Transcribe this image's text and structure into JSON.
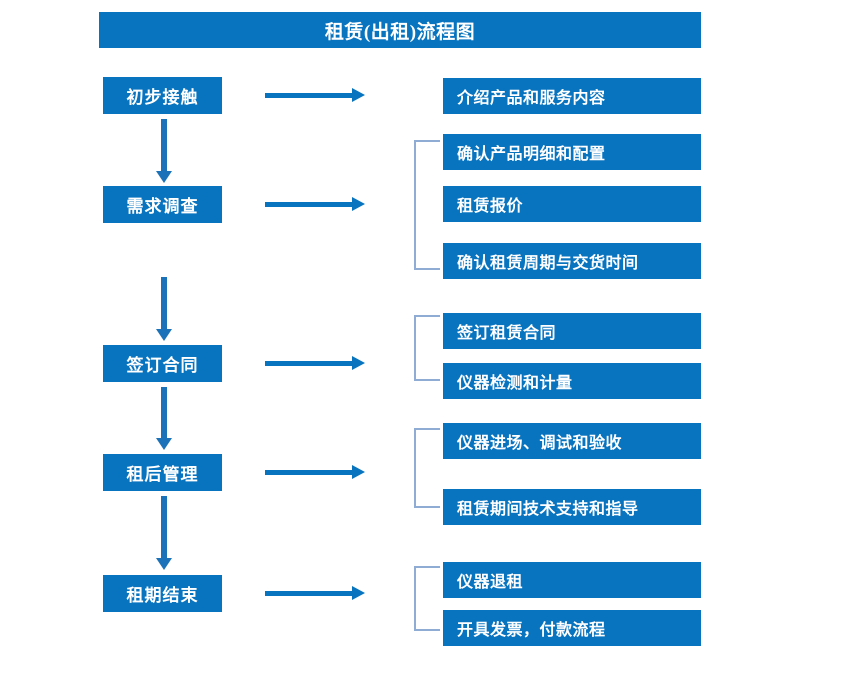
{
  "title": "租赁(出租)流程图",
  "stages": [
    {
      "label": "初步接触"
    },
    {
      "label": "需求调查"
    },
    {
      "label": "签订合同"
    },
    {
      "label": "租后管理"
    },
    {
      "label": "租期结束"
    }
  ],
  "details": [
    {
      "label": "介绍产品和服务内容"
    },
    {
      "label": "确认产品明细和配置"
    },
    {
      "label": "租赁报价"
    },
    {
      "label": "确认租赁周期与交货时间"
    },
    {
      "label": "签订租赁合同"
    },
    {
      "label": "仪器检测和计量"
    },
    {
      "label": "仪器进场、调试和验收"
    },
    {
      "label": "租赁期间技术支持和指导"
    },
    {
      "label": "仪器退租"
    },
    {
      "label": "开具发票，付款流程"
    }
  ],
  "colors": {
    "box_fill": "#0873bf",
    "box_text": "#ffffff",
    "arrow": "#1b72b8",
    "bracket": "#8fadd4",
    "background": "#ffffff"
  }
}
